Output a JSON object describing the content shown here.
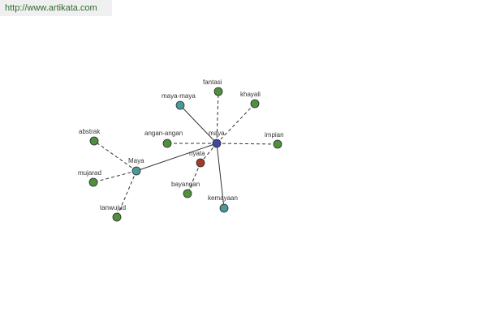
{
  "site_url": "http://www.artikata.com",
  "colors": {
    "green": "#4f8f3f",
    "teal": "#4a9a9a",
    "navy": "#3b4aa0",
    "red": "#a33a2c",
    "edge": "#333333",
    "url_text": "#2f6b2f"
  },
  "nodes": [
    {
      "id": "maya",
      "label": "maya",
      "color": "navy"
    },
    {
      "id": "Maya",
      "label": "Maya",
      "color": "teal"
    },
    {
      "id": "maya-maya",
      "label": "maya-maya",
      "color": "teal"
    },
    {
      "id": "kemayaan",
      "label": "kemayaan",
      "color": "teal"
    },
    {
      "id": "fantasi",
      "label": "fantasi",
      "color": "green"
    },
    {
      "id": "khayali",
      "label": "khayali",
      "color": "green"
    },
    {
      "id": "impian",
      "label": "impian",
      "color": "green"
    },
    {
      "id": "angan-angan",
      "label": "angan-angan",
      "color": "green"
    },
    {
      "id": "nyata",
      "label": "nyata",
      "color": "red"
    },
    {
      "id": "bayangan",
      "label": "bayangan",
      "color": "green"
    },
    {
      "id": "abstrak",
      "label": "abstrak",
      "color": "green"
    },
    {
      "id": "mujarad",
      "label": "mujarad",
      "color": "green"
    },
    {
      "id": "tanwujud",
      "label": "tanwujud",
      "color": "green"
    }
  ],
  "edges": [
    {
      "from": "maya",
      "to": "maya-maya",
      "style": "solid"
    },
    {
      "from": "maya",
      "to": "kemayaan",
      "style": "solid"
    },
    {
      "from": "maya",
      "to": "Maya",
      "style": "solid"
    },
    {
      "from": "maya",
      "to": "fantasi",
      "style": "dashed"
    },
    {
      "from": "maya",
      "to": "khayali",
      "style": "dashed"
    },
    {
      "from": "maya",
      "to": "impian",
      "style": "dashed"
    },
    {
      "from": "maya",
      "to": "angan-angan",
      "style": "dashed"
    },
    {
      "from": "maya",
      "to": "nyata",
      "style": "dashed"
    },
    {
      "from": "nyata",
      "to": "bayangan",
      "style": "dashed"
    },
    {
      "from": "Maya",
      "to": "abstrak",
      "style": "dashed"
    },
    {
      "from": "Maya",
      "to": "mujarad",
      "style": "dashed"
    },
    {
      "from": "Maya",
      "to": "tanwujud",
      "style": "dashed"
    }
  ]
}
